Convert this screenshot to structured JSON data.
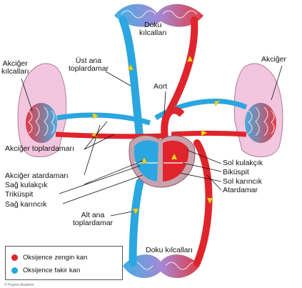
{
  "labels": {
    "doku_kilcallari_top": "Doku\nkılcalları",
    "akciger_kilcallari_left": "Akciğer\nkılcalları",
    "akciger_right": "Akciğer",
    "ust_ana_toplardamar": "Üst ana\ntoplardamar",
    "aort": "Aort",
    "akciger_toplardamarlari": "Akciğer toplardamarı",
    "akciger_atardamari": "Akciğer atardamarı",
    "sag_kulakcik": "Sağ kulakçık",
    "trikuspit": "Triküspit",
    "sag_karincik": "Sağ karıncık",
    "alt_ana_toplardamar": "Alt ana\ntoplardamar",
    "sol_kulakcik": "Sol kulakçık",
    "bikuspit": "Biküspit",
    "sol_karincik": "Sol karıncık",
    "atardamar": "Atardamar",
    "doku_kilcallari_bottom": "Doku kılcalları"
  },
  "legend": {
    "oxygen_rich": "Oksijence zengin kan",
    "oxygen_poor": "Oksijence fakir kan"
  },
  "colors": {
    "oxygen_rich": "#e0242b",
    "oxygen_poor": "#2aa6e0",
    "heart_wall": "#c8a3ad",
    "lung": "#f2c6df",
    "arrow": "#f6d21e"
  },
  "caption": "© Pegem Akademi"
}
